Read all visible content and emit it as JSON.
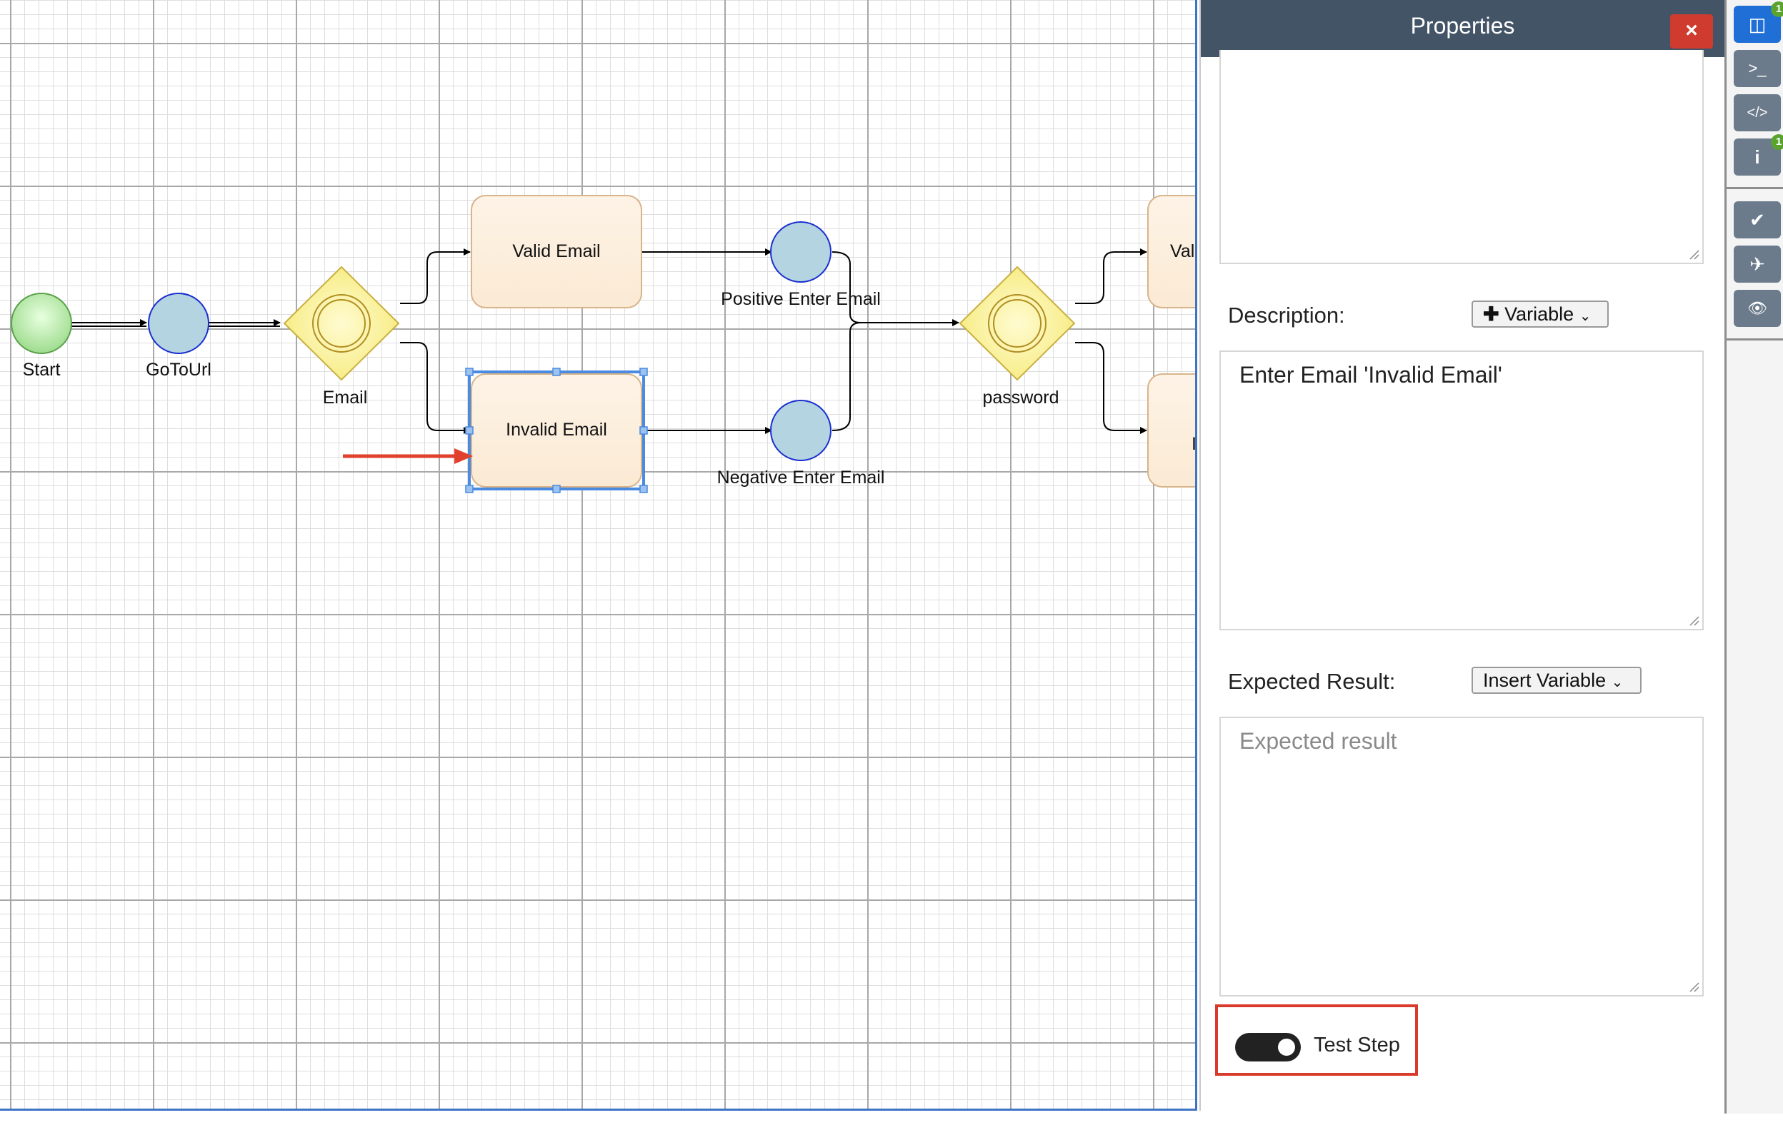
{
  "diagram": {
    "nodes": {
      "start": "Start",
      "goto_url": "GoToUrl",
      "email_gateway": "Email",
      "valid_email": "Valid Email",
      "invalid_email": "Invalid Email",
      "positive_enter_email": "Positive Enter Email",
      "negative_enter_email": "Negative Enter Email",
      "password_gateway": "password",
      "cut_off_top": "Val",
      "cut_off_bottom": "I"
    }
  },
  "properties": {
    "title": "Properties",
    "close_icon": "×",
    "description_label": "Description:",
    "description_variable_button": "Variable",
    "description_value": "Enter Email 'Invalid Email'",
    "expected_label": "Expected Result:",
    "expected_variable_button": "Insert Variable",
    "expected_placeholder": "Expected result",
    "test_step_label": "Test Step",
    "test_step_enabled": true
  },
  "toolbar": {
    "buttons": [
      {
        "icon": "columns-icon",
        "glyph": "◫",
        "badge": "1"
      },
      {
        "icon": "terminal-icon",
        "glyph": ">_",
        "badge": ""
      },
      {
        "icon": "code-icon",
        "glyph": "</>",
        "badge": ""
      },
      {
        "icon": "info-icon",
        "glyph": "i",
        "badge": "1"
      },
      {
        "icon": "check-icon",
        "glyph": "✔",
        "badge": ""
      },
      {
        "icon": "plane-icon",
        "glyph": "✈",
        "badge": ""
      },
      {
        "icon": "eye-icon",
        "glyph": "👁",
        "badge": ""
      }
    ]
  },
  "colors": {
    "accent": "#1f6fd6",
    "header": "#435466",
    "close": "#cf3b2e",
    "highlight": "#d93a2a"
  }
}
